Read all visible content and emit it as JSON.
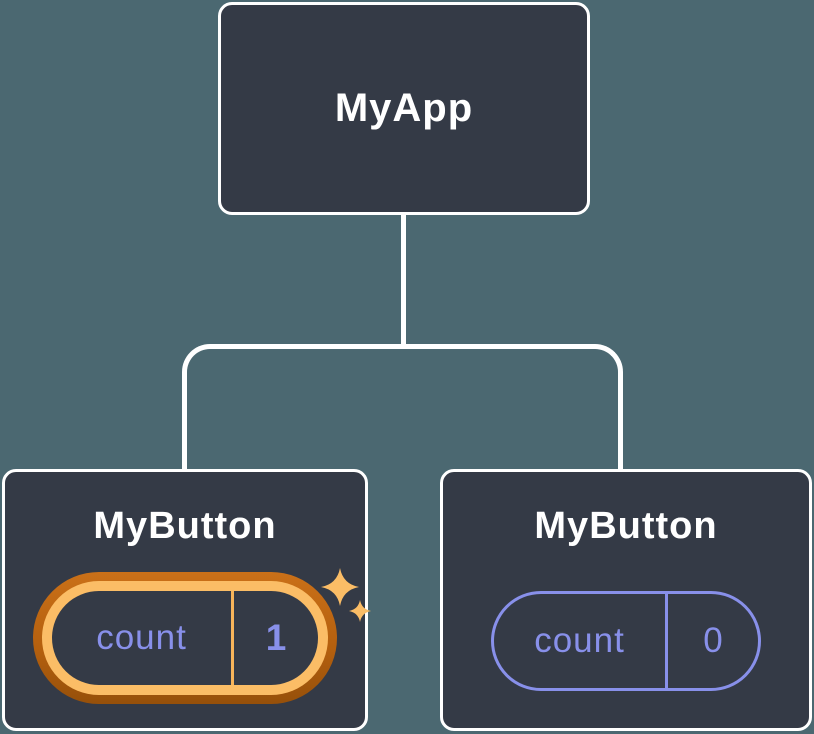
{
  "tree": {
    "root": {
      "label": "MyApp"
    },
    "children": [
      {
        "title": "MyButton",
        "state": {
          "label": "count",
          "value": "1"
        },
        "highlighted": true,
        "badge_icon": "sparkles-icon"
      },
      {
        "title": "MyButton",
        "state": {
          "label": "count",
          "value": "0"
        },
        "highlighted": false
      }
    ]
  },
  "colors": {
    "canvas_background": "#4b6871",
    "node_fill": "#343a46",
    "node_border": "#ffffff",
    "connector": "#ffffff",
    "state_text": "#8890ea",
    "state_outline": "#8890ea",
    "highlight_gold": "#fbbd66",
    "highlight_orange": "#c06a14"
  }
}
